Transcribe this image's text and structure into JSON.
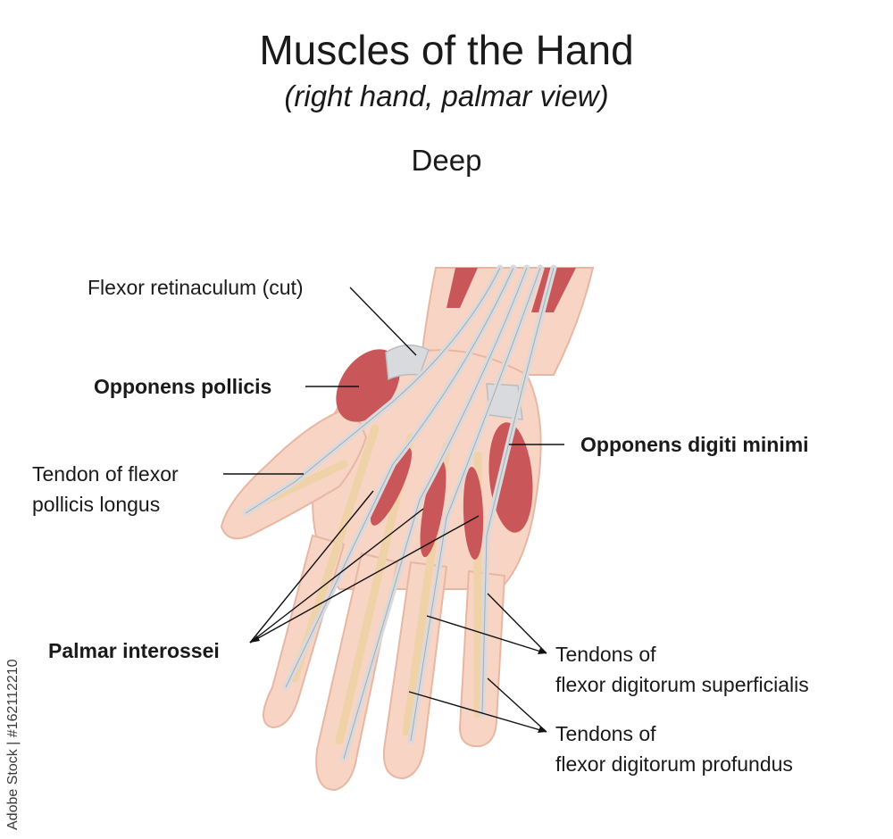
{
  "title": "Muscles of the Hand",
  "subtitle": "(right hand, palmar view)",
  "section": "Deep",
  "labels": {
    "flexor_retinaculum": "Flexor retinaculum  (cut)",
    "opponens_pollicis": "Opponens pollicis",
    "fpl_line1": "Tendon of flexor",
    "fpl_line2": "pollicis longus",
    "palmar_interossei": "Palmar interossei",
    "opponens_digiti_minimi": "Opponens digiti minimi",
    "fds_line1": "Tendons of",
    "fds_line2": "flexor digitorum superficialis",
    "fdp_line1": "Tendons of",
    "fdp_line2": "flexor digitorum profundus"
  },
  "stock_id": "Adobe Stock | #162112210",
  "colors": {
    "skin": "#f7d4c4",
    "skin_edge": "#e8b7a3",
    "muscle": "#c9575a",
    "tendon": "#d8dadd",
    "bone": "#f0d2a8",
    "leader": "#111111"
  }
}
